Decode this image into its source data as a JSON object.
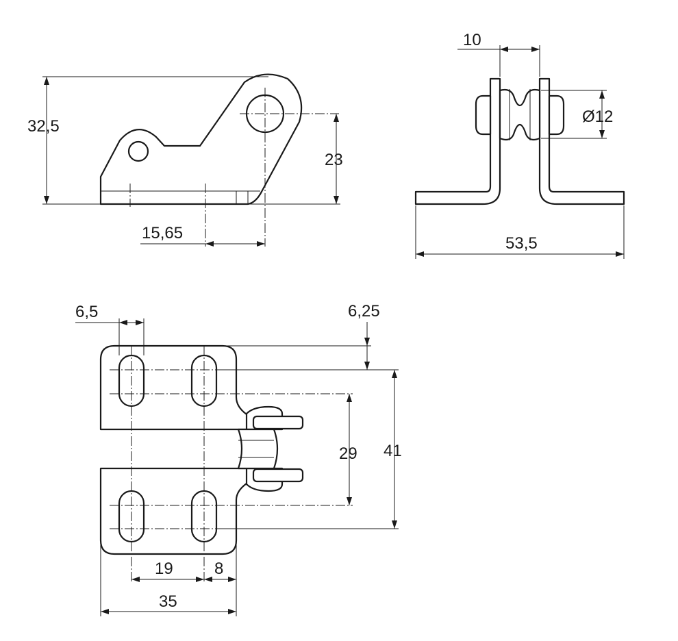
{
  "dimensions": {
    "side_height_total": "32,5",
    "side_hole_height": "23",
    "side_hole_offset": "15,65",
    "front_gap": "10",
    "front_roller_diameter": "Ø12",
    "front_total_width": "53,5",
    "top_slot_width": "6,5",
    "top_edge_offset": "6,25",
    "top_slot_spacing": "29",
    "top_outer_spacing": "41",
    "top_slot_pitch": "19",
    "top_edge_to_slot": "8",
    "top_plate_width": "35"
  }
}
